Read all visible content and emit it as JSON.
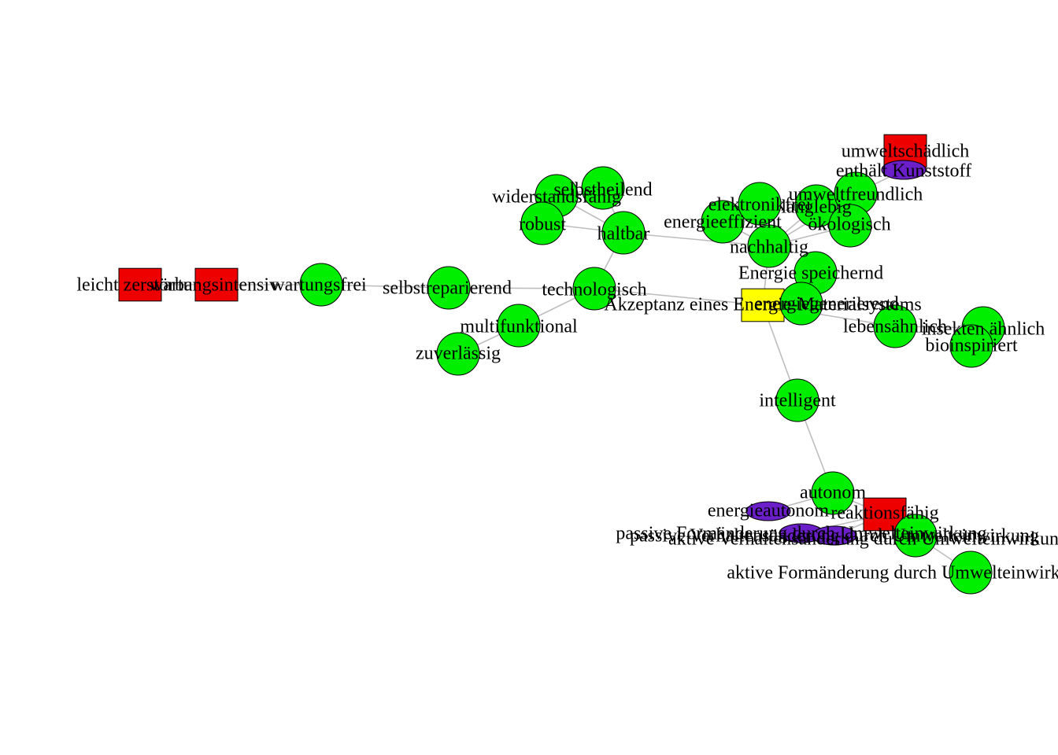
{
  "colors": {
    "background": "#ffffff",
    "edge": "#bdbdbd",
    "node_outline": "#000000",
    "circle_node": "#00ee00",
    "square_negative": "#ee0000",
    "square_central": "#ffff00",
    "oval_node": "#6a1fc9"
  },
  "nodes": [
    {
      "id": "leicht_zerstoerbar",
      "label": "leicht zerstörbar",
      "shape": "square",
      "fill": "#ee0000"
    },
    {
      "id": "wartungsintensiv",
      "label": "wartungsintensiv",
      "shape": "square",
      "fill": "#ee0000"
    },
    {
      "id": "wartungsfrei",
      "label": "wartungsfrei",
      "shape": "circle",
      "fill": "#00ee00"
    },
    {
      "id": "selbstreparierend",
      "label": "selbstreparierend",
      "shape": "circle",
      "fill": "#00ee00"
    },
    {
      "id": "technologisch",
      "label": "technologisch",
      "shape": "circle",
      "fill": "#00ee00"
    },
    {
      "id": "multifunktional",
      "label": "multifunktional",
      "shape": "circle",
      "fill": "#00ee00"
    },
    {
      "id": "zuverlaessig",
      "label": "zuverlässig",
      "shape": "circle",
      "fill": "#00ee00"
    },
    {
      "id": "haltbar",
      "label": "haltbar",
      "shape": "circle",
      "fill": "#00ee00"
    },
    {
      "id": "widerstandsfaehig",
      "label": "widerstandsfähig",
      "shape": "circle",
      "fill": "#00ee00"
    },
    {
      "id": "selbstheilend",
      "label": "selbstheilend",
      "shape": "circle",
      "fill": "#00ee00"
    },
    {
      "id": "robust",
      "label": "robust",
      "shape": "circle",
      "fill": "#00ee00"
    },
    {
      "id": "energieeffizient",
      "label": "energieeffizient",
      "shape": "circle",
      "fill": "#00ee00"
    },
    {
      "id": "elektronikfrei",
      "label": "elektronikfrei",
      "shape": "circle",
      "fill": "#00ee00"
    },
    {
      "id": "langlebig",
      "label": "langlebig",
      "shape": "circle",
      "fill": "#00ee00"
    },
    {
      "id": "umweltfreundlich",
      "label": "umweltfreundlich",
      "shape": "circle",
      "fill": "#00ee00"
    },
    {
      "id": "oekologisch",
      "label": "ökologisch",
      "shape": "circle",
      "fill": "#00ee00"
    },
    {
      "id": "nachhaltig",
      "label": "nachhaltig",
      "shape": "circle",
      "fill": "#00ee00"
    },
    {
      "id": "umweltschaedlich",
      "label": "umweltschädlich",
      "shape": "square",
      "fill": "#ee0000"
    },
    {
      "id": "enthaelt_kunststoff",
      "label": "enthält Kunststoff",
      "shape": "oval",
      "fill": "#6a1fc9"
    },
    {
      "id": "energie_speichernd",
      "label": "Energie speichernd",
      "shape": "circle",
      "fill": "#00ee00"
    },
    {
      "id": "akzeptanz",
      "label": "Akzeptanz eines Energie-Materialsystems",
      "shape": "square",
      "fill": "#ffff00"
    },
    {
      "id": "energiegenerierend",
      "label": "energiegenerierend",
      "shape": "circle",
      "fill": "#00ee00"
    },
    {
      "id": "lebensaehnlich",
      "label": "lebensähnlich",
      "shape": "circle",
      "fill": "#00ee00"
    },
    {
      "id": "insekten_aehnlich",
      "label": "insekten ähnlich",
      "shape": "circle",
      "fill": "#00ee00"
    },
    {
      "id": "bioinspiriert",
      "label": "bioinspiriert",
      "shape": "circle",
      "fill": "#00ee00"
    },
    {
      "id": "intelligent",
      "label": "intelligent",
      "shape": "circle",
      "fill": "#00ee00"
    },
    {
      "id": "autonom",
      "label": "autonom",
      "shape": "circle",
      "fill": "#00ee00"
    },
    {
      "id": "energieautonom",
      "label": "energieautonom",
      "shape": "oval",
      "fill": "#6a1fc9"
    },
    {
      "id": "reaktionsfaehig",
      "label": "reaktionsfähig",
      "shape": "square",
      "fill": "#ee0000"
    },
    {
      "id": "passive_formaenderung",
      "label": "passive Formänderung durch Umwelteinwirkung",
      "shape": "oval",
      "fill": "#6a1fc9"
    },
    {
      "id": "passive_verhaltensaenderung",
      "label": "passive Verhaltensänderung durch Umwelteinwirkung",
      "shape": "oval",
      "fill": "#6a1fc9"
    },
    {
      "id": "aktive_verhaltensaenderung",
      "label": "aktive Verhaltensänderung durch Umwelteinwirkung",
      "shape": "circle",
      "fill": "#00ee00"
    },
    {
      "id": "aktive_formaenderung",
      "label": "aktive Formänderung durch Umwelteinwirkung",
      "shape": "circle",
      "fill": "#00ee00"
    }
  ],
  "edges": [
    [
      "leicht_zerstoerbar",
      "wartungsintensiv"
    ],
    [
      "wartungsintensiv",
      "wartungsfrei"
    ],
    [
      "wartungsfrei",
      "selbstreparierend"
    ],
    [
      "selbstreparierend",
      "technologisch"
    ],
    [
      "technologisch",
      "multifunktional"
    ],
    [
      "multifunktional",
      "zuverlaessig"
    ],
    [
      "technologisch",
      "haltbar"
    ],
    [
      "technologisch",
      "akzeptanz"
    ],
    [
      "haltbar",
      "widerstandsfaehig"
    ],
    [
      "haltbar",
      "selbstheilend"
    ],
    [
      "haltbar",
      "robust"
    ],
    [
      "widerstandsfaehig",
      "selbstheilend"
    ],
    [
      "haltbar",
      "nachhaltig"
    ],
    [
      "nachhaltig",
      "energieeffizient"
    ],
    [
      "nachhaltig",
      "elektronikfrei"
    ],
    [
      "nachhaltig",
      "langlebig"
    ],
    [
      "nachhaltig",
      "umweltfreundlich"
    ],
    [
      "nachhaltig",
      "oekologisch"
    ],
    [
      "umweltfreundlich",
      "enthaelt_kunststoff"
    ],
    [
      "enthaelt_kunststoff",
      "umweltschaedlich"
    ],
    [
      "nachhaltig",
      "akzeptanz"
    ],
    [
      "akzeptanz",
      "energie_speichernd"
    ],
    [
      "akzeptanz",
      "energiegenerierend"
    ],
    [
      "akzeptanz",
      "lebensaehnlich"
    ],
    [
      "lebensaehnlich",
      "insekten_aehnlich"
    ],
    [
      "insekten_aehnlich",
      "bioinspiriert"
    ],
    [
      "akzeptanz",
      "intelligent"
    ],
    [
      "intelligent",
      "autonom"
    ],
    [
      "autonom",
      "energieautonom"
    ],
    [
      "autonom",
      "reaktionsfaehig"
    ],
    [
      "reaktionsfaehig",
      "passive_formaenderung"
    ],
    [
      "reaktionsfaehig",
      "passive_verhaltensaenderung"
    ],
    [
      "reaktionsfaehig",
      "aktive_verhaltensaenderung"
    ],
    [
      "aktive_verhaltensaenderung",
      "aktive_formaenderung"
    ]
  ]
}
